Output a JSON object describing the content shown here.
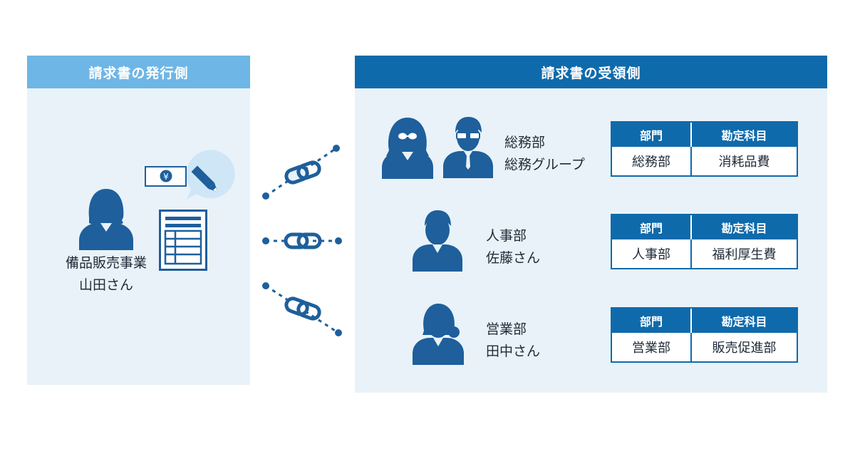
{
  "issuer": {
    "header": "請求書の発行側",
    "person": {
      "line1": "備品販売事業",
      "line2": "山田さん"
    }
  },
  "receiver": {
    "header": "請求書の受領側",
    "groups": [
      {
        "line1": "総務部",
        "line2": "総務グループ",
        "col1_header": "部門",
        "col2_header": "勘定科目",
        "department": "総務部",
        "account": "消耗品費"
      },
      {
        "line1": "人事部",
        "line2": "佐藤さん",
        "col1_header": "部門",
        "col2_header": "勘定科目",
        "department": "人事部",
        "account": "福利厚生費"
      },
      {
        "line1": "営業部",
        "line2": "田中さん",
        "col1_header": "部門",
        "col2_header": "勘定科目",
        "department": "営業部",
        "account": "販売促進部"
      }
    ]
  },
  "icons": {
    "money_note": "yen-banknote-icon",
    "pen": "pen-icon",
    "invoice": "invoice-document-icon",
    "link": "chain-link-icon",
    "person": "person-icon"
  },
  "colors": {
    "primary_blue": "#0f6aab",
    "light_blue_header": "#6eb6e5",
    "panel_bg": "#e9f2f8",
    "bubble_bg": "#cfe6f7"
  },
  "yen_symbol": "¥"
}
